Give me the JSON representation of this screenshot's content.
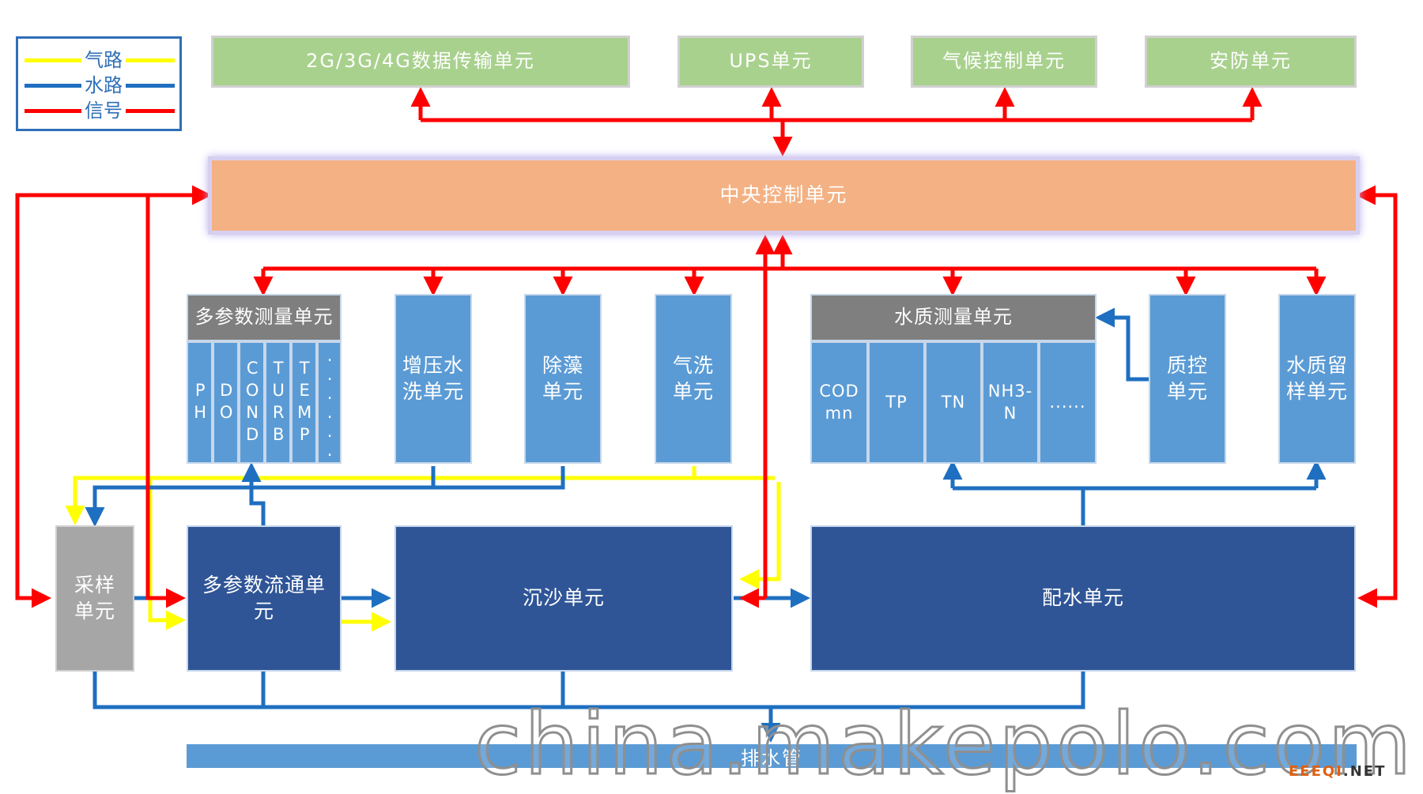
{
  "legend": {
    "air": "气路",
    "water": "水路",
    "signal": "信号"
  },
  "colors": {
    "air": "#ffff00",
    "water": "#1f6fc1",
    "signal": "#ff0000"
  },
  "top_units": [
    "2G/3G/4G数据传输单元",
    "UPS单元",
    "气候控制单元",
    "安防单元"
  ],
  "central": "中央控制单元",
  "multi_param": {
    "title": "多参数测量单元",
    "cols": [
      "PH",
      "DO",
      "COND",
      "TURB",
      "TEMP",
      "......"
    ]
  },
  "pressure_wash": "增压水洗单元",
  "algae": "除藻单元",
  "air_wash": "气洗单元",
  "water_quality": {
    "title": "水质测量单元",
    "cols": [
      "CODmn",
      "TP",
      "TN",
      "NH3-N",
      "......"
    ]
  },
  "qc": "质控单元",
  "retain": "水质留样单元",
  "sampling": "采样单元",
  "flow": "多参数流通单元",
  "sediment": "沉沙单元",
  "distribution": "配水单元",
  "drain": "排水管",
  "watermark": "china.makepolo.com",
  "watermark2": {
    "a": "EEEQI",
    "b": ".NET"
  }
}
